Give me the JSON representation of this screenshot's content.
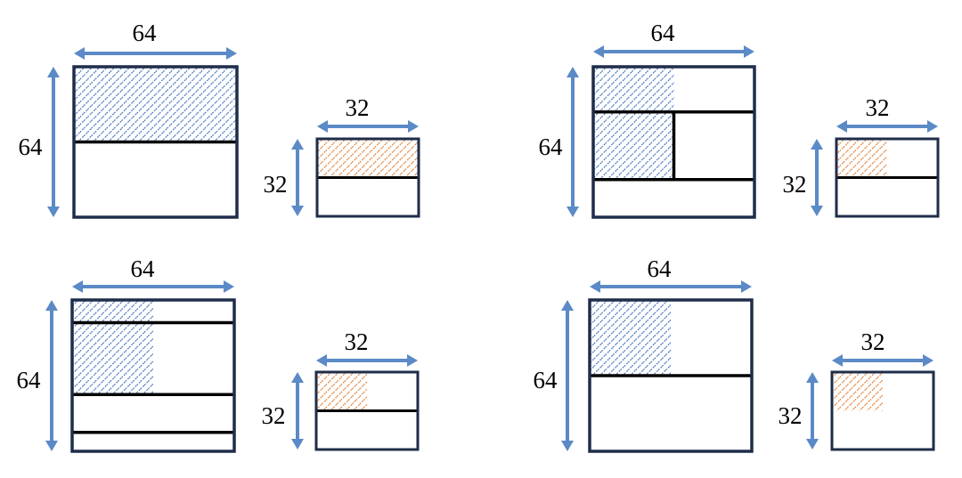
{
  "labels": {
    "large_size": "64",
    "small_size": "32"
  },
  "colors": {
    "box_outline": "#1f2d4a",
    "arrow": "#5b8ac6",
    "large_hatch": "#3f6fbf",
    "small_hatch": "#e07a2c",
    "divider": "#000000"
  },
  "panels": [
    {
      "name": "panel-top-left",
      "large_block": {
        "rows": [
          0.0,
          0.5
        ],
        "cols": [
          0.0,
          1.0
        ]
      },
      "small_block": {
        "rows": [
          0.0,
          0.5
        ],
        "cols": [
          0.0,
          1.0
        ]
      },
      "large_dividers": [
        0.5
      ],
      "small_dividers": [
        0.5
      ]
    },
    {
      "name": "panel-top-right",
      "large_block": {
        "rows": [
          0.0,
          0.75
        ],
        "cols": [
          0.0,
          0.5
        ]
      },
      "small_block": {
        "rows": [
          0.0,
          0.5
        ],
        "cols": [
          0.0,
          0.5
        ]
      },
      "large_dividers": [
        0.3,
        0.75
      ]
    },
    {
      "name": "panel-bottom-left",
      "large_block": {
        "rows": [
          0.0,
          0.625
        ],
        "cols": [
          0.0,
          0.5
        ]
      },
      "small_block": {
        "rows": [
          0.0,
          0.5
        ],
        "cols": [
          0.0,
          0.5
        ]
      },
      "large_dividers": [
        0.15,
        0.625,
        0.875
      ]
    },
    {
      "name": "panel-bottom-right",
      "large_block": {
        "rows": [
          0.0,
          0.5
        ],
        "cols": [
          0.0,
          0.5
        ]
      },
      "small_block": {
        "rows": [
          0.0,
          0.5
        ],
        "cols": [
          0.0,
          0.5
        ]
      },
      "large_dividers": [
        0.5
      ]
    }
  ]
}
